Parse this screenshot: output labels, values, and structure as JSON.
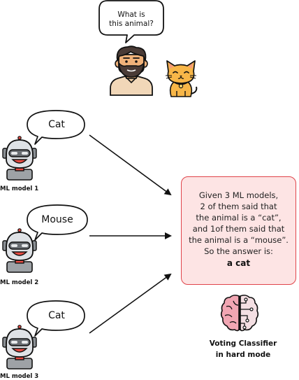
{
  "question": {
    "lines": [
      "What is",
      "this animal?"
    ]
  },
  "models": [
    {
      "answer": "Cat",
      "label": "ML model 1"
    },
    {
      "answer": "Mouse",
      "label": "ML model 2"
    },
    {
      "answer": "Cat",
      "label": "ML model 3"
    }
  ],
  "result": {
    "lines": [
      "Given 3 ML models,",
      "2 of them said that",
      "the animal is a “cat”,",
      "and 1of them said that",
      "the animal is a “mouse”.",
      "So the answer is:"
    ],
    "answer": "a cat"
  },
  "classifier": {
    "lines": [
      "Voting Classifier",
      "in hard mode"
    ]
  },
  "icons": {
    "person": "man-with-beard-icon",
    "animal": "cat-icon",
    "model": "robot-head-icon",
    "classifier": "brain-icon"
  },
  "colors": {
    "box_fill": "#fde4e4",
    "box_border": "#e0444a",
    "robot_red": "#e94c43",
    "brain_pink": "#f1a6b3"
  }
}
